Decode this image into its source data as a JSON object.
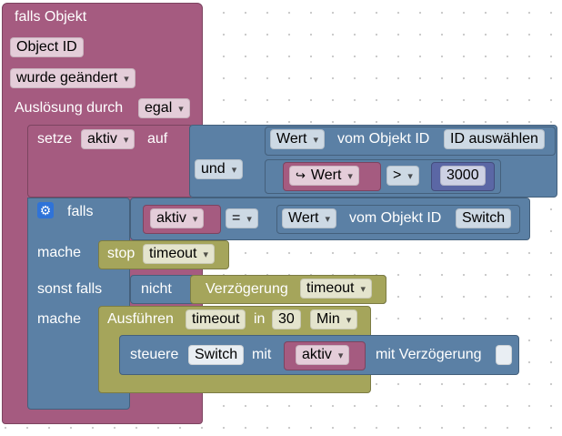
{
  "trigger": {
    "header": "falls Objekt",
    "object_id": "Object ID",
    "condition": "wurde geändert",
    "ausloesung_label": "Auslösung durch",
    "ausloesung_value": "egal"
  },
  "set_block": {
    "setze": "setze",
    "var": "aktiv",
    "auf": "auf",
    "and_op": "und",
    "wert1": "Wert",
    "vom_objekt_id": "vom Objekt ID",
    "id_select": "ID auswählen",
    "old_wert": "Wert",
    "gt": ">",
    "value_3000": "3000"
  },
  "if_block": {
    "falls": "falls",
    "var": "aktiv",
    "eq": "=",
    "wert": "Wert",
    "vom_objekt_id": "vom Objekt ID",
    "switch_id": "Switch",
    "mache": "mache",
    "stop": "stop",
    "timeout": "timeout",
    "sonst_falls": "sonst falls",
    "nicht": "nicht",
    "verzoegerung": "Verzögerung",
    "timeout2": "timeout",
    "mache2": "mache",
    "ausfuehren": "Ausführen",
    "timeout3": "timeout",
    "in": "in",
    "delay_value": "30",
    "unit": "Min",
    "steuere": "steuere",
    "switch_target": "Switch",
    "mit": "mit",
    "mit_var": "aktiv",
    "mit_verzoegerung": "mit Verzögerung"
  },
  "colors": {
    "trigger_block": "#a55b80",
    "logic_block": "#5b80a5",
    "timer_block": "#a5a55b",
    "math_block": "#5b67a5",
    "mutator_gear": "#2f73d8"
  }
}
